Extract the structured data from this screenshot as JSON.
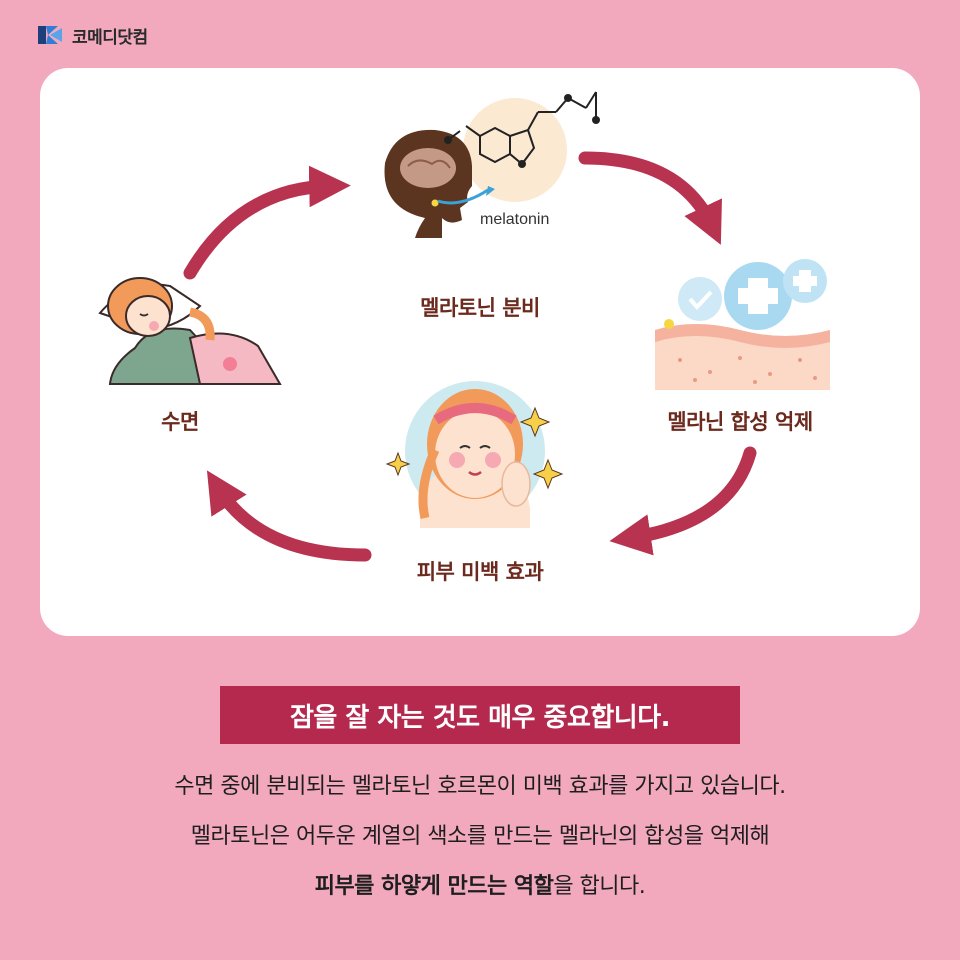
{
  "brand": {
    "name": "코메디닷컴",
    "colors": {
      "blue": "#2f7fd6",
      "dark": "#1f3f7a"
    }
  },
  "colors": {
    "background": "#f2a9be",
    "card": "#ffffff",
    "arrow": "#b8334f",
    "label": "#6b2a1d",
    "headline_bg": "#b5294f"
  },
  "cycle": {
    "steps": [
      {
        "id": "melatonin",
        "label": "멜라토닌 분비",
        "icon": "brain-melatonin-icon"
      },
      {
        "id": "suppress",
        "label": "멜라닌 합성 억제",
        "icon": "skin-plus-icon"
      },
      {
        "id": "skin",
        "label": "피부 미백 효과",
        "icon": "glowing-face-icon"
      },
      {
        "id": "sleep",
        "label": "수면",
        "icon": "sleeping-woman-icon"
      }
    ],
    "molecule_label": "melatonin"
  },
  "headline": "잠을 잘 자는 것도 매우 중요합니다.",
  "body": {
    "line1": "수면 중에 분비되는 멜라토닌 호르몬이 미백 효과를 가지고 있습니다.",
    "line2": "멜라토닌은 어두운 계열의 색소를 만드는 멜라닌의 합성을 억제해",
    "line3_bold": "피부를 하얗게 만드는 역할",
    "line3_rest": "을 합니다."
  }
}
